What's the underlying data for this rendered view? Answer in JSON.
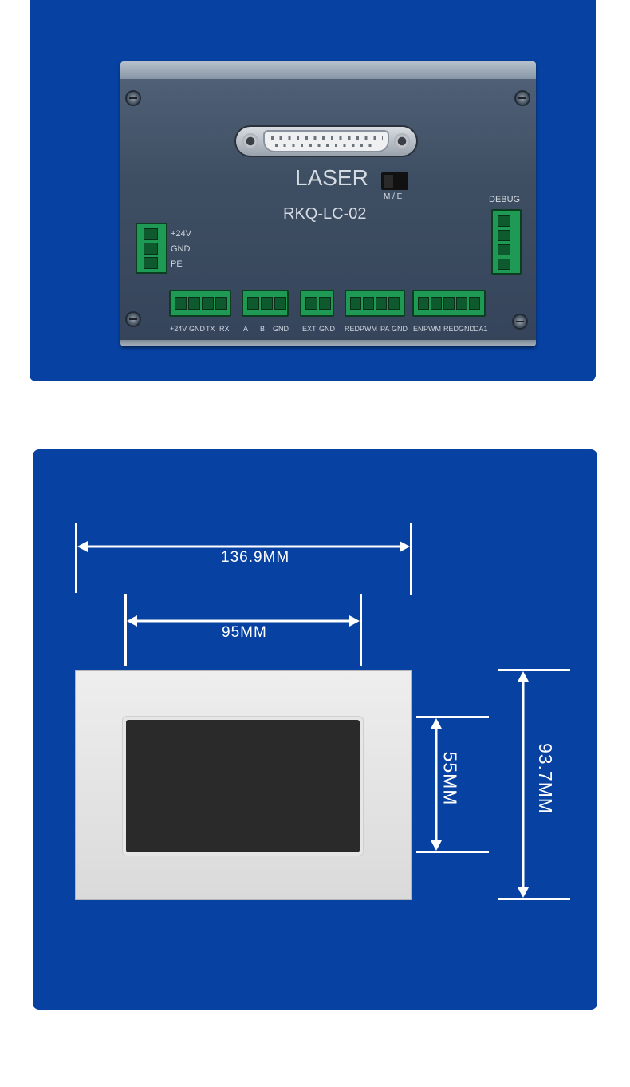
{
  "product": {
    "brand_label": "LASER",
    "model_label": "RKQ-LC-02",
    "switch_label": "M / E",
    "debug_label": "DEBUG",
    "power_labels": [
      "+24V",
      "GND",
      "PE"
    ],
    "bottom_pin_labels": {
      "serial": [
        "+24V",
        "GND",
        "TX",
        "RX"
      ],
      "rs485": [
        "A",
        "B",
        "GND"
      ],
      "ext": [
        "EXT",
        "GND"
      ],
      "red": [
        "RED",
        "PWM",
        "PA",
        "GND"
      ],
      "en": [
        "EN",
        "PWM",
        "RED",
        "GND",
        "DA1"
      ]
    }
  },
  "dimensions": {
    "frame_width": "136.9MM",
    "screen_width": "95MM",
    "screen_height": "55MM",
    "frame_height": "93.7MM"
  },
  "colors": {
    "panel_background": "#0741a1",
    "terminal_green": "#1e9a55"
  }
}
